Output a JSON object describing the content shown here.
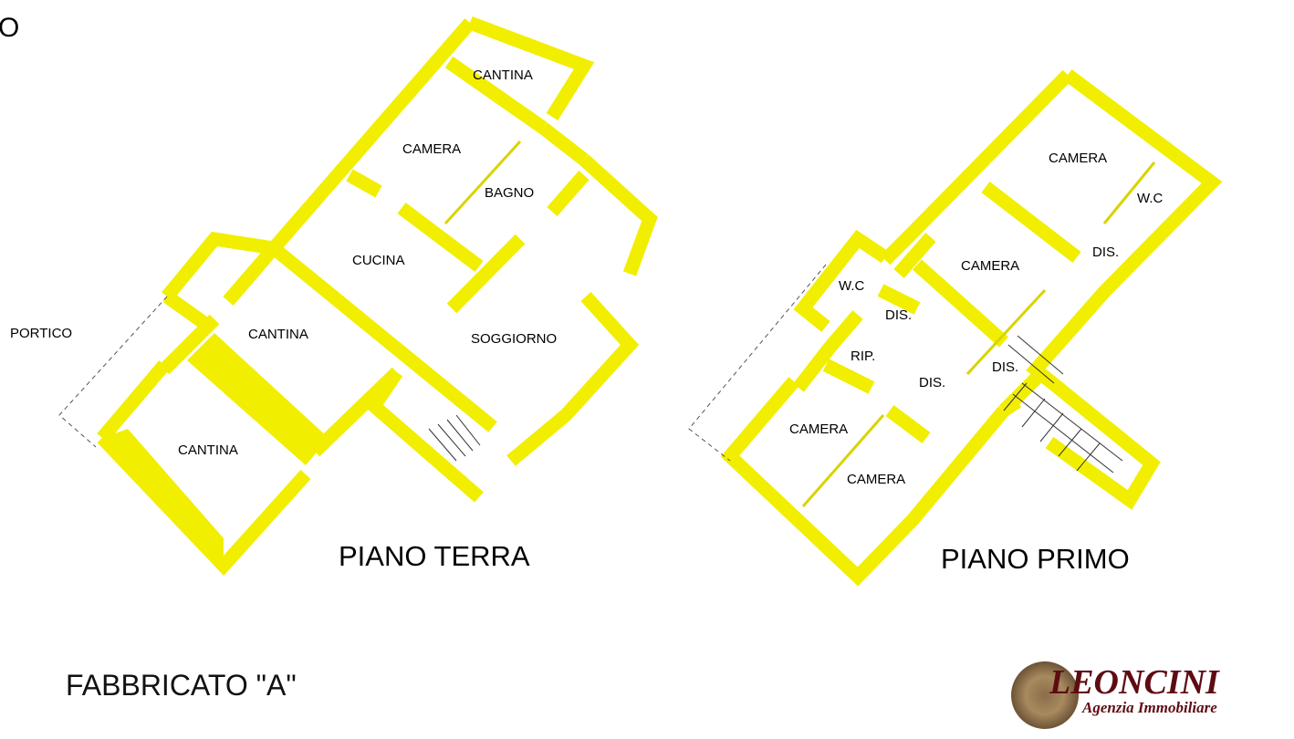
{
  "corner_fragment": "O",
  "colors": {
    "wall": "#f2ee00",
    "logo_text": "#5e0c12"
  },
  "ground_floor": {
    "title": "PIANO TERRA",
    "rooms": {
      "cantina_top": "CANTINA",
      "camera": "CAMERA",
      "bagno": "BAGNO",
      "cucina": "CUCINA",
      "soggiorno": "SOGGIORNO",
      "cantina_mid": "CANTINA",
      "cantina_bottom": "CANTINA",
      "portico": "PORTICO"
    }
  },
  "first_floor": {
    "title": "PIANO PRIMO",
    "rooms": {
      "camera_top": "CAMERA",
      "wc_top": "W.C",
      "dis_top": "DIS.",
      "camera_mid": "CAMERA",
      "wc_left": "W.C",
      "dis_left": "DIS.",
      "rip": "RIP.",
      "dis_center": "DIS.",
      "dis_right": "DIS.",
      "camera_left": "CAMERA",
      "camera_bottom": "CAMERA"
    }
  },
  "caption": "FABBRICATO \"A\"",
  "logo": {
    "name": "LEONCINI",
    "subtitle": "Agenzia Immobiliare"
  }
}
